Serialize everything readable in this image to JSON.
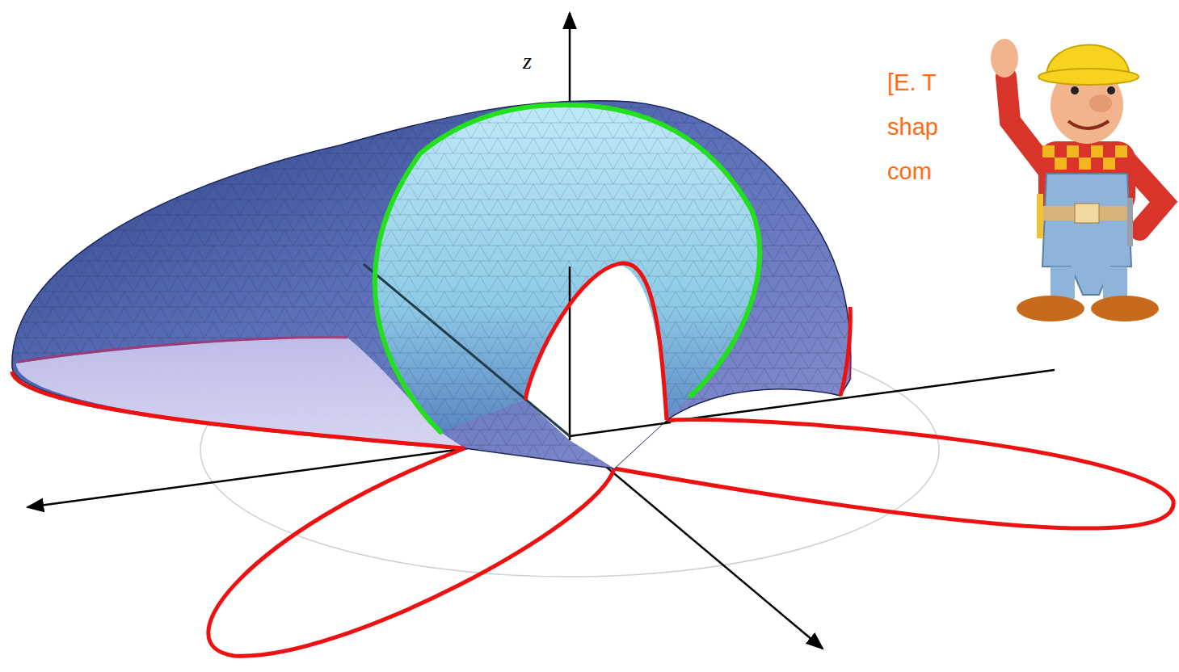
{
  "diagram": {
    "labels": [
      "z",
      "[E. T",
      "shap",
      "com"
    ]
  }
}
